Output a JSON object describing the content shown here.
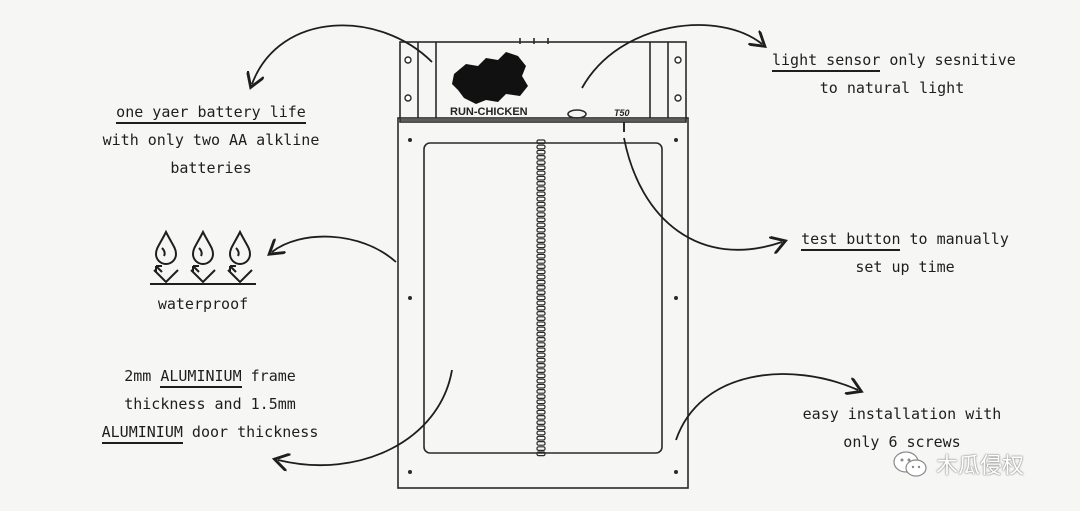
{
  "device": {
    "brand_label": "RUN-CHICKEN",
    "model_label": "T50"
  },
  "callouts": {
    "battery": {
      "line1": "one yaer battery life",
      "line2": "with only two AA alkline",
      "line3": "batteries"
    },
    "sensor": {
      "line1_highlight": "light sensor",
      "line1_rest": " only sesnitive",
      "line2": "to natural light"
    },
    "waterproof": {
      "label": "waterproof"
    },
    "test_button": {
      "line1_highlight": "test button",
      "line1_rest": " to manually",
      "line2": "set up time"
    },
    "aluminium": {
      "line1_pre": "2mm ",
      "line1_highlight": "ALUMINIUM",
      "line1_rest": " frame",
      "line2": "thickness and 1.5mm",
      "line3_highlight": "ALUMINIUM",
      "line3_rest": " door thickness"
    },
    "installation": {
      "line1": "easy installation with",
      "line2": "only 6 screws"
    }
  },
  "watermark": {
    "text": "木瓜侵权"
  }
}
